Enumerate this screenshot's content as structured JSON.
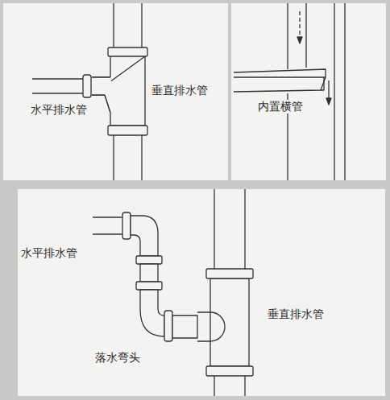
{
  "diagram": {
    "labels": [
      "水平排水管",
      "垂直排水管",
      "内置横管",
      "水平排水管",
      "垂直排水管",
      "落水弯头"
    ]
  }
}
